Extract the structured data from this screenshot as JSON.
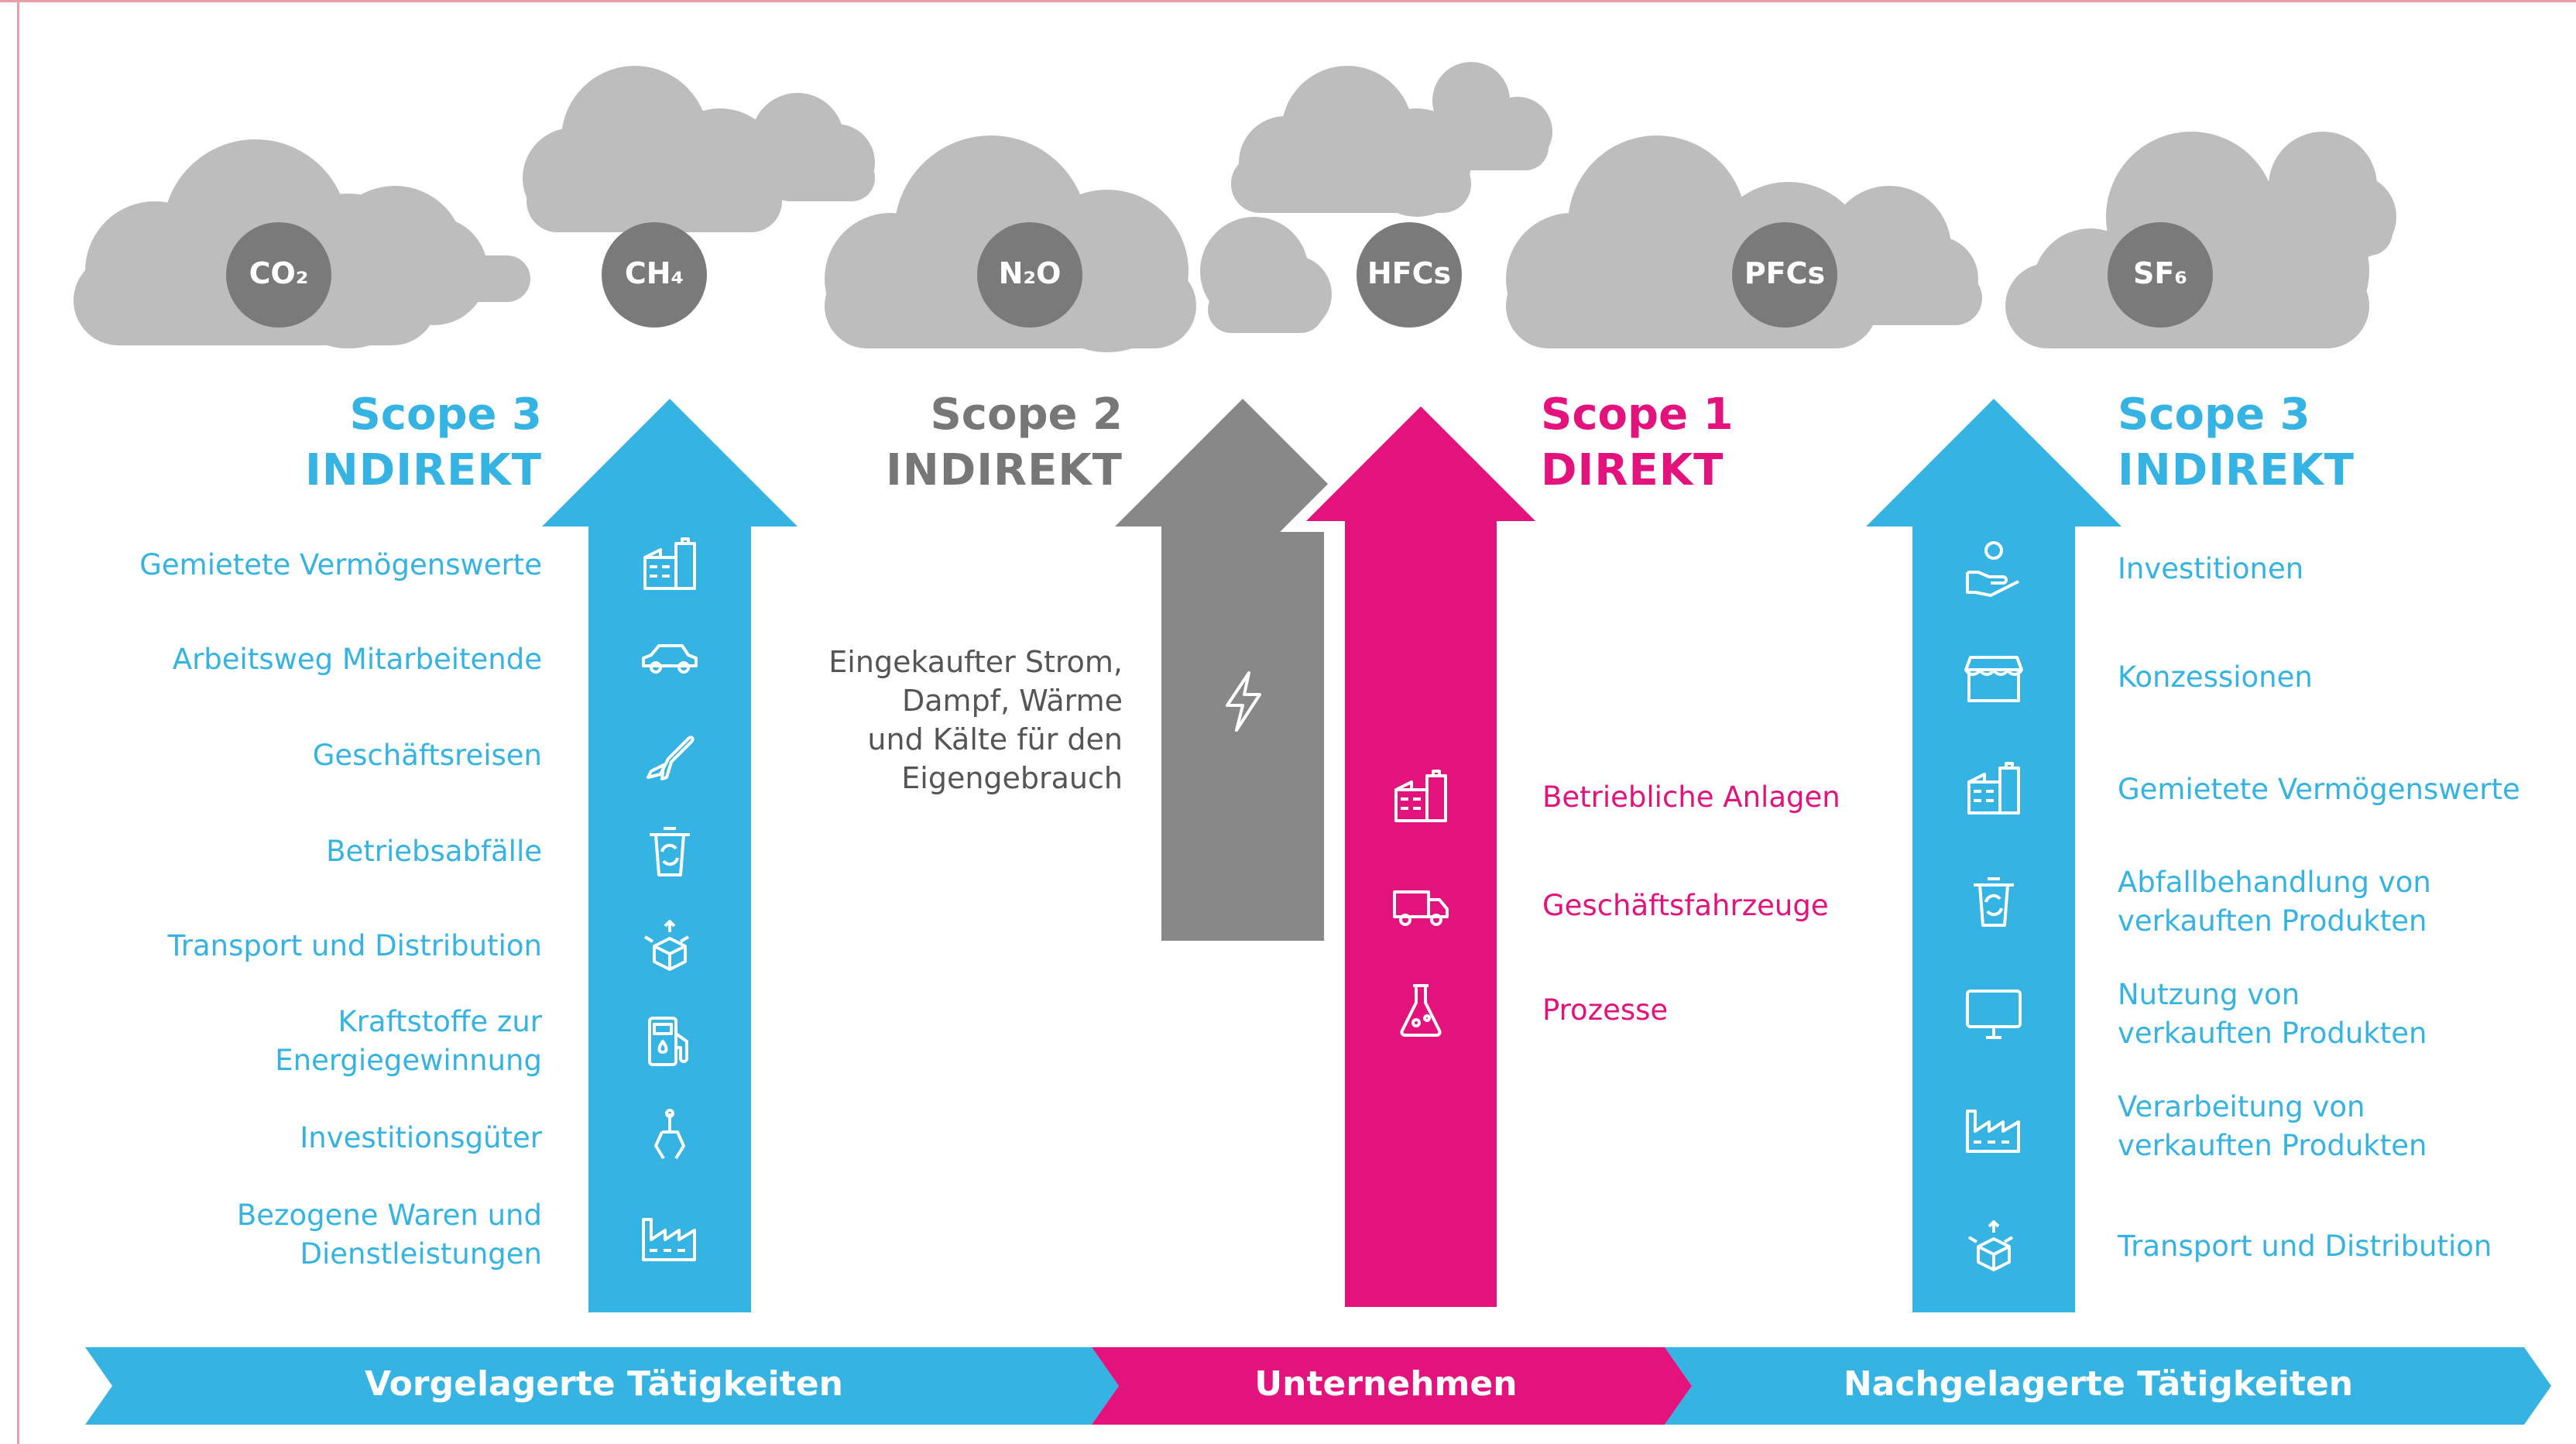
{
  "colors": {
    "scope3": "#35b3e3",
    "scope2": "#888888",
    "scope1": "#e3127c",
    "cloud": "#bdbdbd",
    "gas_circle": "#7a7a7a"
  },
  "gases": [
    "CO₂",
    "CH₄",
    "N₂O",
    "HFCs",
    "PFCs",
    "SF₆"
  ],
  "scopes": {
    "scope3_left": {
      "title": "Scope 3",
      "subtitle": "INDIREKT"
    },
    "scope2": {
      "title": "Scope 2",
      "subtitle": "INDIREKT",
      "description": [
        "Eingekaufter Strom,",
        "Dampf, Wärme",
        "und Kälte für den",
        "Eigengebrauch"
      ]
    },
    "scope1": {
      "title": "Scope 1",
      "subtitle": "DIREKT"
    },
    "scope3_right": {
      "title": "Scope 3",
      "subtitle": "INDIREKT"
    }
  },
  "upstream_items": [
    {
      "lines": [
        "Gemietete Vermögenswerte"
      ],
      "icon": "building-icon"
    },
    {
      "lines": [
        "Arbeitsweg Mitarbeitende"
      ],
      "icon": "car-icon"
    },
    {
      "lines": [
        "Geschäftsreisen"
      ],
      "icon": "airplane-icon"
    },
    {
      "lines": [
        "Betriebsabfälle"
      ],
      "icon": "recycle-bin-icon"
    },
    {
      "lines": [
        "Transport und Distribution"
      ],
      "icon": "distribution-box-icon"
    },
    {
      "lines": [
        "Kraftstoffe zur",
        "Energiegewinnung"
      ],
      "icon": "fuel-pump-icon"
    },
    {
      "lines": [
        "Investitionsgüter"
      ],
      "icon": "robot-arm-icon"
    },
    {
      "lines": [
        "Bezogene Waren und",
        "Dienstleistungen"
      ],
      "icon": "factory-icon"
    }
  ],
  "scope2_icon": "lightning-icon",
  "scope1_items": [
    {
      "lines": [
        "Betriebliche Anlagen"
      ],
      "icon": "building-icon"
    },
    {
      "lines": [
        "Geschäftsfahrzeuge"
      ],
      "icon": "truck-icon"
    },
    {
      "lines": [
        "Prozesse"
      ],
      "icon": "flask-icon"
    }
  ],
  "downstream_items": [
    {
      "lines": [
        "Investitionen"
      ],
      "icon": "hand-coin-icon"
    },
    {
      "lines": [
        "Konzessionen"
      ],
      "icon": "storefront-icon"
    },
    {
      "lines": [
        "Gemietete Vermögenswerte"
      ],
      "icon": "building-icon"
    },
    {
      "lines": [
        "Abfallbehandlung von",
        "verkauften Produkten"
      ],
      "icon": "recycle-bin-icon"
    },
    {
      "lines": [
        "Nutzung von",
        "verkauften Produkten"
      ],
      "icon": "monitor-icon"
    },
    {
      "lines": [
        "Verarbeitung von",
        "verkauften Produkten"
      ],
      "icon": "factory-icon"
    },
    {
      "lines": [
        "Transport und Distribution"
      ],
      "icon": "distribution-box-icon"
    }
  ],
  "bands": {
    "upstream": "Vorgelagerte Tätigkeiten",
    "company": "Unternehmen",
    "downstream": "Nachgelagerte Tätigkeiten"
  }
}
